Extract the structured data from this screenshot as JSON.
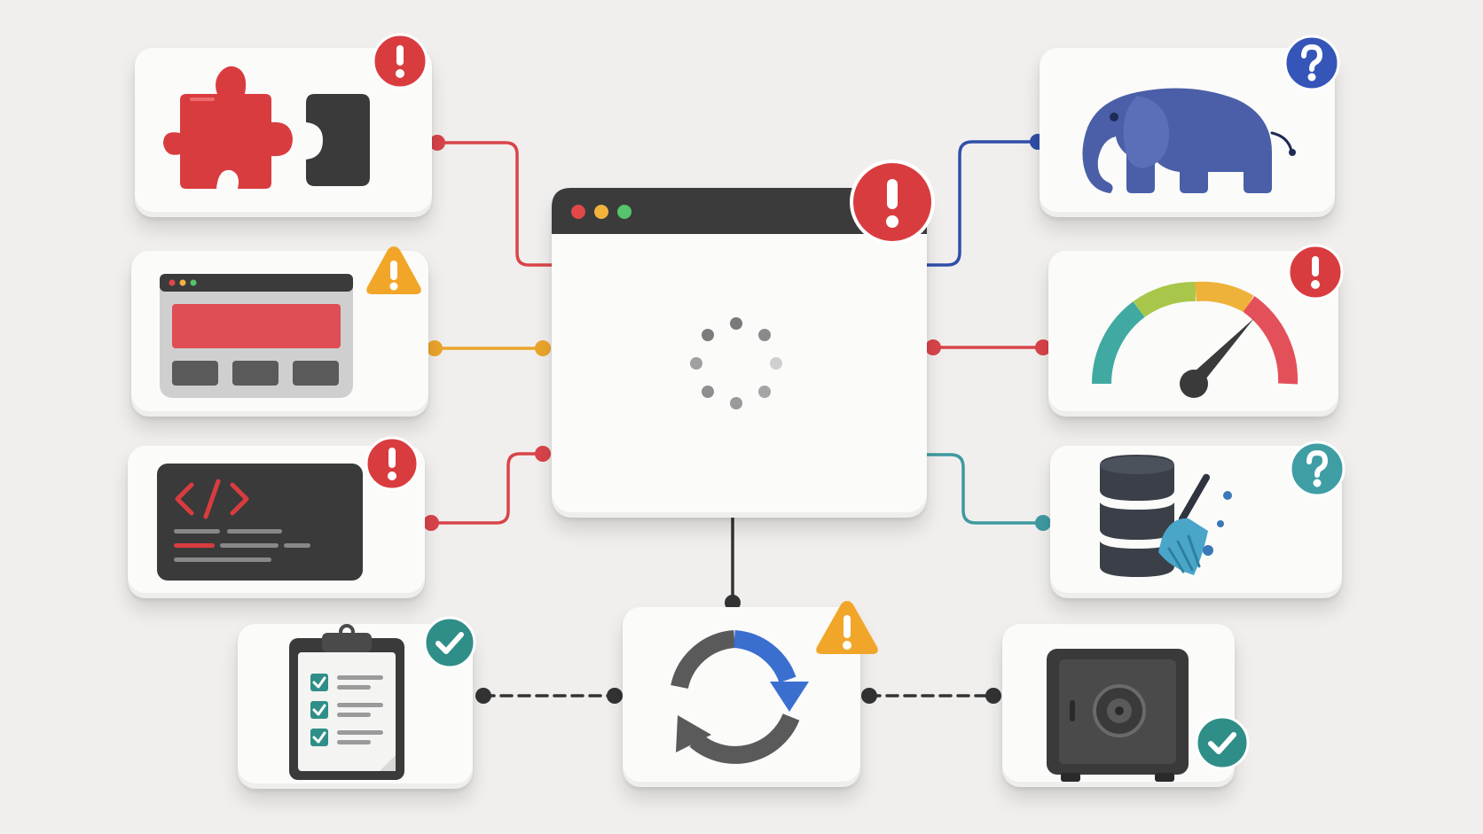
{
  "diagram": {
    "center": {
      "name": "browser-window",
      "status": "error",
      "window_dots": [
        "#e24848",
        "#f2b33d",
        "#56c46a"
      ],
      "loading": true
    },
    "nodes": [
      {
        "id": "plugin",
        "icon": "puzzle-piece-icon",
        "status": "error",
        "link_color": "#d8444a"
      },
      {
        "id": "layout",
        "icon": "web-layout-icon",
        "status": "warning",
        "link_color": "#eba52b"
      },
      {
        "id": "code",
        "icon": "code-editor-icon",
        "status": "error",
        "link_color": "#d8444a"
      },
      {
        "id": "checklist",
        "icon": "clipboard-checklist-icon",
        "status": "ok",
        "link_color": "#333333"
      },
      {
        "id": "sync",
        "icon": "sync-arrows-icon",
        "status": "warning",
        "link_color": "#333333"
      },
      {
        "id": "vault",
        "icon": "safe-vault-icon",
        "status": "ok",
        "link_color": "#333333"
      },
      {
        "id": "php",
        "icon": "elephant-icon",
        "status": "unknown",
        "link_color": "#2f4fa8"
      },
      {
        "id": "performance",
        "icon": "speedometer-icon",
        "status": "error",
        "link_color": "#d8444a"
      },
      {
        "id": "database",
        "icon": "database-cleanup-icon",
        "status": "unknown",
        "link_color": "#3e9aa0"
      }
    ],
    "status_colors": {
      "error": "#d93c3f",
      "warning": "#f2a629",
      "unknown": "#3555b8",
      "unknown_alt": "#3f9ea4",
      "ok": "#2f8f88"
    }
  }
}
